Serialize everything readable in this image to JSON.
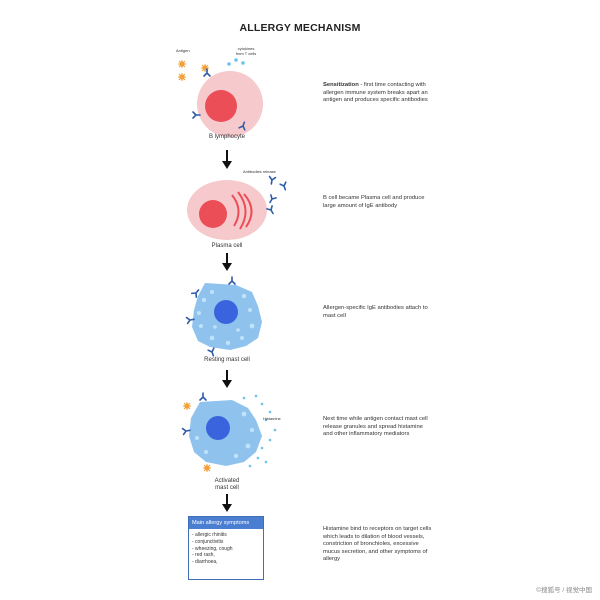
{
  "title": "ALLERGY MECHANISM",
  "labels": {
    "antigen": "Antigen",
    "cytokines": "cytokines\nfrom T cells",
    "antibodies_release": "Antibodies release",
    "histamine": "Histamine"
  },
  "stages": [
    {
      "cell_name": "B lymphocyte",
      "title_bold": "Sensitization",
      "description": " - first time contacting with allergen immune system breaks apart an antigen and produces specific antibodies"
    },
    {
      "cell_name": "Plasma cell",
      "title_bold": "",
      "description": "B cell became Plasma cell and produce large amount of IgE antibody"
    },
    {
      "cell_name": "Resting mast cell",
      "title_bold": "",
      "description": "Allergen-specific IgE antibodies attach to mast cell"
    },
    {
      "cell_name": "Activated\nmast cell",
      "title_bold": "",
      "description": "Next time while antigen contact mast cell release granules and spread histamine and other inflammatory mediators"
    },
    {
      "cell_name": "",
      "title_bold": "",
      "description": "Histamine bind to receptors on target cells which leads to dilation of blood vessels, constriction of bronchioles, excessive mucus secretion, and other symptoms of allergy"
    }
  ],
  "symptoms": {
    "heading": "Main allergy symptoms",
    "items": [
      "- allergic rhinitis",
      "- conjunctivitis",
      "- wheezing, cough",
      "- red rash,",
      "- diarrhoea,"
    ]
  },
  "watermark": "©搜狐号 / 视觉中国",
  "colors": {
    "b_cell_outer": "#f6c9cc",
    "b_cell_nucleus": "#ec4e58",
    "mast_cell": "#8fc3ee",
    "mast_nucleus": "#3a64dd",
    "antibody": "#2f5ca8",
    "antigen": "#f2a03a",
    "box_header": "#4a7ed0"
  }
}
